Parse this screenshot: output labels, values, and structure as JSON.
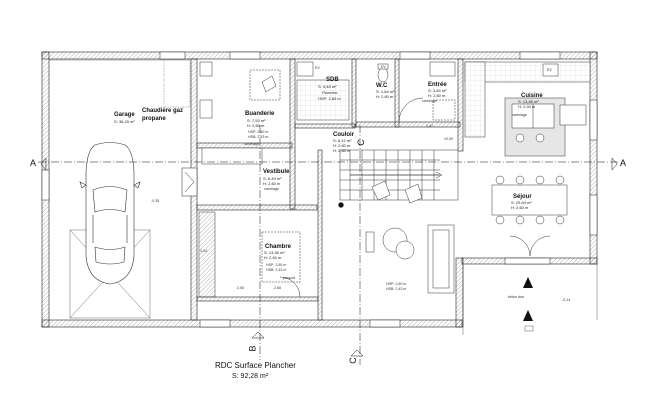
{
  "rooms": {
    "garage": {
      "name": "Garage",
      "meta": "S: 36,43 m²"
    },
    "chaudiere": {
      "line1": "Chaudière gaz",
      "line2": "propane"
    },
    "buanderie": {
      "name": "Buanderie",
      "meta1": "S: 7,53 m²",
      "meta2": "H: 2,60 m",
      "hsp": "HSP: 2,60 m",
      "hsb": "HSB: 2,43 m"
    },
    "sdb": {
      "name": "SDB",
      "meta1": "S: 4,48 m²",
      "meta2": "Plancher",
      "meta3": "HSP: 2,60 m"
    },
    "wc": {
      "name": "W.C",
      "meta1": "S: 1,64 m²",
      "meta2": "H: 2,60 m"
    },
    "entree": {
      "name": "Entrée",
      "meta1": "S: 3,84 m²",
      "meta2": "H: 2,60 m"
    },
    "cuisine": {
      "name": "Cuisine",
      "meta1": "S: 13,66 m²",
      "meta2": "H: 2,40 m"
    },
    "vestibule": {
      "name": "Vestibule",
      "meta1": "S: 6,49 m²",
      "meta2": "H: 2,60 m"
    },
    "couloir": {
      "name": "Couloir",
      "meta1": "S: 6,12 m²",
      "meta2": "H: 2,60 m",
      "meta3": "H: 2,60 m"
    },
    "sejour": {
      "name": "Séjour",
      "meta1": "S: 29,64 m²",
      "meta2": "H: 2,60 m"
    },
    "chambre": {
      "name": "Chambre",
      "meta1": "S: 13,46 m²",
      "meta2": "H: 2,60 m",
      "hsp": "HSP: 2,60 m",
      "hsb": "HSB: 2,43 m"
    }
  },
  "annotations": {
    "level_garage": "-0,35",
    "level_couloir": "±0,00",
    "level_terrace": "-0,14",
    "beton_brut": "béton brut",
    "carrelage": "carrelage",
    "parquet": "parquet",
    "ev": "EV",
    "hsp_260": "HSP: 2,60 m",
    "hsb_243": "HSB: 2,43 m",
    "dim_147": "1,47",
    "dim_205": "2,05",
    "dim_265": "2,65",
    "dim_124": "1,24"
  },
  "sections": {
    "a": "A",
    "b": "B",
    "c": "C"
  },
  "caption": {
    "title": "RDC Surface Plancher",
    "subtitle": "S: 92,28 m²"
  }
}
